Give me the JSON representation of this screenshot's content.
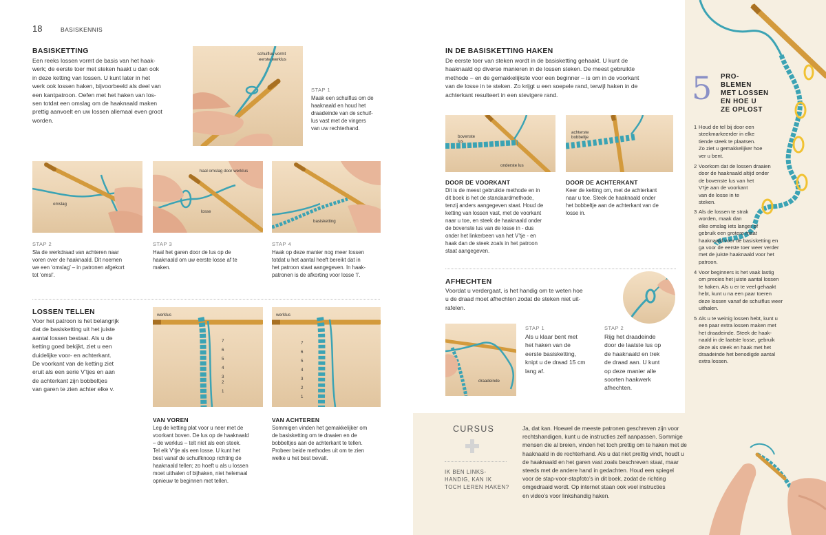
{
  "header": {
    "page_number": "18",
    "running_head": "BASISKENNIS"
  },
  "basisketting": {
    "title": "BASISKETTING",
    "lines": [
      "Een reeks lossen vormt de basis van het haak-",
      "werk; de eerste toer met steken haakt u dan ook",
      "in deze ketting van lossen. U kunt later in het",
      "werk ook lossen haken, bijvoorbeeld als deel van",
      "een kantpatroon. Oefen met het haken van los-",
      "sen totdat een omslag om de haaknaald maken",
      "prettig aanvoelt en uw lossen allemaal even groot",
      "worden."
    ]
  },
  "step1": {
    "label": "STAP 1",
    "photo_label": [
      "schuiflus vormt",
      "eerste werklus"
    ],
    "lines": [
      "Maak een schuiflus om de",
      "haaknaald en houd het",
      "draadeinde van de schuif-",
      "lus vast met de vingers",
      "van uw rechterhand."
    ]
  },
  "step2": {
    "label": "STAP 2",
    "photo_label": "omslag",
    "lines": [
      "Sla de werkdraad van achteren naar",
      "voren over de haaknaald. Dit noemen",
      "we een ‘omslag’ – in patronen afgekort",
      "tot ‘omsl’."
    ]
  },
  "step3": {
    "label": "STAP 3",
    "photo_label_top": "haal omslag door werklus",
    "photo_label_bottom": "losse",
    "lines": [
      "Haal het garen door de lus op de",
      "haaknaald om uw eerste losse af te",
      "maken."
    ]
  },
  "step4": {
    "label": "STAP 4",
    "photo_label": "basisketting",
    "lines": [
      "Haak op deze manier nog meer lossen",
      "totdat u het aantal heeft bereikt dat in",
      "het patroon staat aangegeven. In haak-",
      "patronen is de afkorting voor losse ‘l’."
    ]
  },
  "lossen_tellen": {
    "title": "LOSSEN TELLEN",
    "lines": [
      "Voor het patroon is het belangrijk",
      "dat de basisketting uit het juiste",
      "aantal lossen bestaat. Als u de",
      "ketting goed bekijkt, ziet u een",
      "duidelijke voor- en achterkant.",
      "De voorkant van de ketting ziet",
      "eruit als een serie V’tjes en aan",
      "de achterkant zijn bobbeltjes",
      "van garen te zien achter elke v."
    ]
  },
  "count_photos": {
    "werklus_label": "werklus",
    "front_numbers": [
      "7",
      "6",
      "5",
      "4",
      "3",
      "2",
      "1"
    ],
    "back_numbers": [
      "7",
      "6",
      "5",
      "4",
      "3",
      "2",
      "1"
    ]
  },
  "van_voren": {
    "title": "VAN VOREN",
    "lines": [
      "Leg de ketting plat voor u neer met de",
      "voorkant boven. De lus op de haaknaald",
      "– de werklus – telt niet als een steek.",
      "Tel elk V’tje als een losse. U kunt het",
      "best vanaf de schuifknoop richting de",
      "haaknaald tellen; zo hoeft u als u lossen",
      "moet uithalen of bijhaken, niet helemaal",
      "opnieuw te beginnen met tellen."
    ]
  },
  "van_achteren": {
    "title": "VAN ACHTEREN",
    "lines": [
      "Sommigen vinden het gemakkelijker om",
      "de basisketting om te draaien en de",
      "bobbeltjes aan de achterkant te tellen.",
      "Probeer beide methodes uit om te zien",
      "welke u het best bevalt."
    ]
  },
  "in_basisketting": {
    "title": "IN DE BASISKETTING HAKEN",
    "lines": [
      "De eerste toer van steken wordt in de basisketting gehaakt. U kunt de",
      "haaknaald op diverse manieren in de lossen steken. De meest gebruikte",
      "methode – en de gemakkelijkste voor een beginner – is om in de voorkant",
      "van de losse in te steken. Zo krijgt u een soepele rand, terwijl haken in de",
      "achterkant resulteert in een stevigere rand."
    ]
  },
  "door_voorkant": {
    "title": "DOOR DE VOORKANT",
    "photo_label_left": [
      "bovenste",
      "lus"
    ],
    "photo_label_bottom": "onderste lus",
    "lines": [
      "Dit is de meest gebruikte methode en in",
      "dit boek is het de standaardmethode,",
      "tenzij anders aangegeven staat. Houd de",
      "ketting van lossen vast, met de voorkant",
      "naar u toe, en steek de haaknaald onder",
      "de bovenste lus van de losse in - dus",
      "onder het linkerbeen van het V’tje - en",
      "haak dan de steek zoals in het patroon",
      "staat aangegeven."
    ]
  },
  "door_achterkant": {
    "title": "DOOR DE ACHTERKANT",
    "photo_label": [
      "achterste",
      "bobbeltje"
    ],
    "lines": [
      "Keer de ketting om, met de achterkant",
      "naar u toe. Steek de haaknaald onder",
      "het bobbeltje aan de achterkant van de",
      "losse in."
    ]
  },
  "afhechten": {
    "title": "AFHECHTEN",
    "lines": [
      "Voordat u verdergaat, is het handig om te weten hoe",
      "u de draad moet afhechten zodat de steken niet uit-",
      "rafelen."
    ],
    "photo_label": "draadeinde",
    "step1_label": "STAP 1",
    "step1_lines": [
      "Als u klaar bent met",
      "het haken van de",
      "eerste basisketting,",
      "knipt u de draad 15 cm",
      "lang af."
    ],
    "step2_label": "STAP 2",
    "step2_lines": [
      "Rijg het draadeinde",
      "door de laatste lus op",
      "de haaknaald en trek",
      "de draad aan. U kunt",
      "op deze manier alle",
      "soorten haakwerk",
      "afhechten."
    ]
  },
  "sidebar": {
    "number": "5",
    "title_lines": [
      "PRO-",
      "BLEMEN",
      "MET LOSSEN",
      "EN HOE U",
      "ZE OPLOST"
    ],
    "tips": [
      {
        "n": "1",
        "lines": [
          "Houd de tel bij door een",
          "steekmarkeerder in elke",
          "tiende steek te plaatsen.",
          "Zo ziet u gemakkelijker hoe",
          "ver u bent."
        ]
      },
      {
        "n": "2",
        "lines": [
          "Voorkom dat de lossen draaien",
          "door de haaknaald altijd onder",
          "de bovenste lus van het",
          "V’tje aan de voorkant",
          "van de losse in te",
          "steken."
        ]
      },
      {
        "n": "3",
        "lines": [
          "Als de lossen te strak",
          "worden, maak dan",
          "elke omslag iets langer of",
          "gebruik een grotere maat",
          "haaknaald voor de basisketting en",
          "ga voor de eerste toer weer verder",
          "met de juiste haaknaald voor het",
          "patroon."
        ]
      },
      {
        "n": "4",
        "lines": [
          "Voor beginners is het vaak lastig",
          "om precies het juiste aantal lossen",
          "te haken. Als u er te veel gehaakt",
          "hebt, kunt u na een paar toeren",
          "deze lossen vanaf de schuiflus weer",
          "uithalen."
        ]
      },
      {
        "n": "5",
        "lines": [
          "Als u te weinig lossen hebt, kunt u",
          "een paar extra lossen maken met",
          "het draadeinde. Steek de haak-",
          "naald in de laatste losse, gebruik",
          "deze als steek en haak met het",
          "draadeinde het benodigde aantal",
          "extra lossen."
        ]
      }
    ]
  },
  "cursus": {
    "title": "CURSUS",
    "question_lines": [
      "IK BEN LINKS-",
      "HANDIG, KAN IK",
      "TOCH LEREN HAKEN?"
    ],
    "answer_lines": [
      "Ja, dat kan. Hoewel de meeste patronen geschreven zijn voor",
      "rechtshandigen, kunt u de instructies zelf aanpassen. Sommige",
      "mensen die al breien, vinden het toch prettig om te haken met de",
      "haaknaald in de rechterhand. Als u dat niet prettig vindt, houdt u",
      "de haaknaald en het garen vast zoals beschreven staat, maar",
      "steeds met de andere hand in gedachten. Houd een spiegel",
      "voor de stap-voor-stapfoto’s in dit boek, zodat de richting",
      "omgedraaid wordt. Op internet staan ook veel instructies",
      "en video’s voor linkshandig haken."
    ]
  },
  "colors": {
    "yarn": "#3ba3b4",
    "hook": "#d39a3c",
    "skin": "#e8b69a",
    "marker": "#f1c232",
    "accent_number": "#8a90c6",
    "panel": "#f6efe1"
  }
}
